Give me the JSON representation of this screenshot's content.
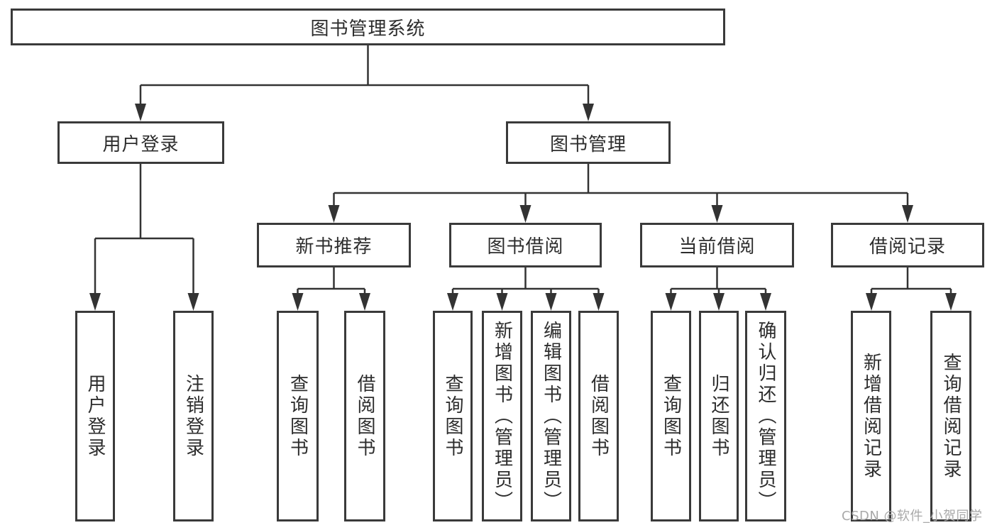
{
  "tree": {
    "root": {
      "label": "图书管理系统"
    },
    "branches": [
      {
        "label": "用户登录",
        "children": [
          {
            "label": "用户登录"
          },
          {
            "label": "注销登录"
          }
        ]
      },
      {
        "label": "图书管理",
        "children": [
          {
            "label": "新书推荐",
            "children": [
              {
                "label": "查询图书"
              },
              {
                "label": "借阅图书"
              }
            ]
          },
          {
            "label": "图书借阅",
            "children": [
              {
                "label": "查询图书"
              },
              {
                "label": "新增图书（管理员）"
              },
              {
                "label": "编辑图书（管理员）"
              },
              {
                "label": "借阅图书"
              }
            ]
          },
          {
            "label": "当前借阅",
            "children": [
              {
                "label": "查询图书"
              },
              {
                "label": "归还图书"
              },
              {
                "label": "确认归还（管理员）"
              }
            ]
          },
          {
            "label": "借阅记录",
            "children": [
              {
                "label": "新增借阅记录"
              },
              {
                "label": "查询借阅记录"
              }
            ]
          }
        ]
      }
    ]
  },
  "watermark": {
    "text": "CSDN @软件_小贺同学"
  },
  "colors": {
    "line": "#333333",
    "box_border": "#3a3a3a",
    "text": "#2d2d2d",
    "watermark": "#a9a9a9",
    "background": "#ffffff"
  }
}
